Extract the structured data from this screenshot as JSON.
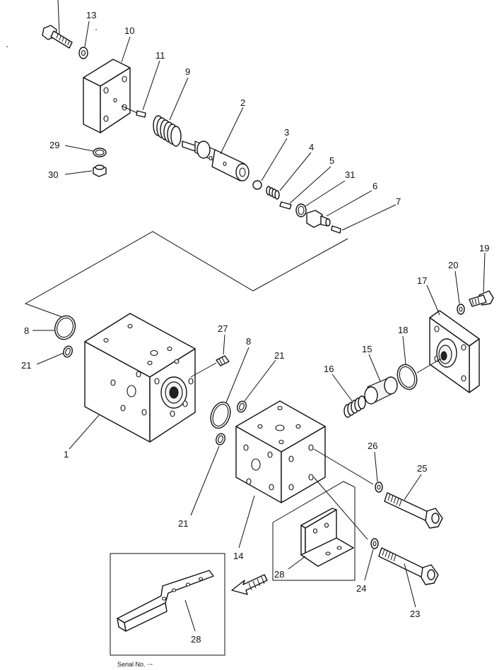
{
  "diagram": {
    "labels": {
      "p13": "13",
      "p10": "10",
      "p11": "11",
      "p9": "9",
      "p2": "2",
      "p29": "29",
      "p30": "30",
      "p3": "3",
      "p4": "4",
      "p5": "5",
      "p31": "31",
      "p6": "6",
      "p7": "7",
      "p19": "19",
      "p20": "20",
      "p17": "17",
      "p18": "18",
      "p8a": "8",
      "p21a": "21",
      "p27": "27",
      "p8b": "8",
      "p21b": "21",
      "p16": "16",
      "p15": "15",
      "p1": "1",
      "p26": "26",
      "p25": "25",
      "p21c": "21",
      "p14": "14",
      "p28a": "28",
      "p24": "24",
      "p23": "23",
      "p28b": "28"
    },
    "caption": "Serial No. ·~"
  }
}
